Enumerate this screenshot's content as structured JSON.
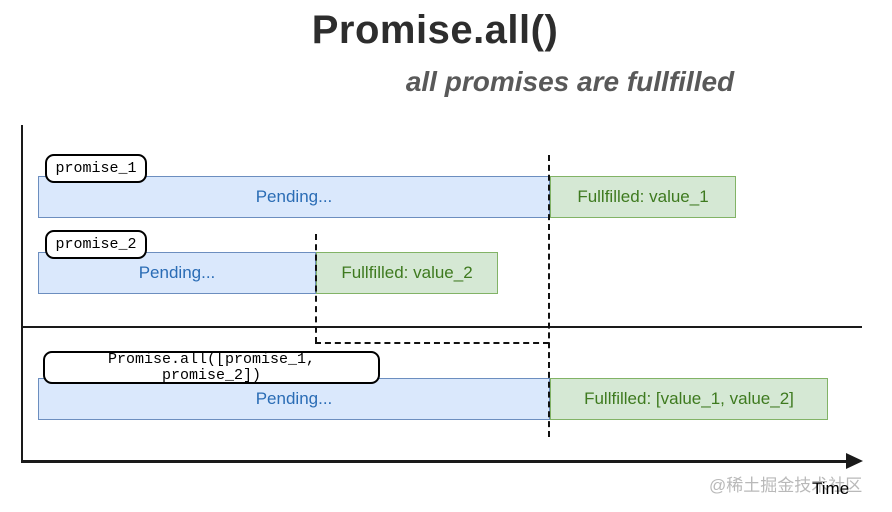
{
  "title": "Promise.all()",
  "subtitle": "all promises are fullfilled",
  "axis": {
    "time_label": "Time"
  },
  "watermark": "@稀土掘金技术社区",
  "colors": {
    "pending_fill": "#dae8fc",
    "pending_stroke": "#6c8ebf",
    "pending_text": "#2a6cb5",
    "fulfilled_fill": "#d5e8d4",
    "fulfilled_stroke": "#82b366",
    "fulfilled_text": "#3e7a1f",
    "axis": "#1a1a1a",
    "subtitle_text": "#595959",
    "watermark_text": "#b9b9b9"
  },
  "timeline": {
    "rows": [
      {
        "label": "promise_1",
        "pending_label": "Pending...",
        "fulfilled_label": "Fullfilled: value_1"
      },
      {
        "label": "promise_2",
        "pending_label": "Pending...",
        "fulfilled_label": "Fullfilled: value_2"
      },
      {
        "label_line1": "Promise.all([promise_1,",
        "label_line2": "promise_2])",
        "pending_label": "Pending...",
        "fulfilled_label": "Fullfilled: [value_1, value_2]"
      }
    ]
  }
}
